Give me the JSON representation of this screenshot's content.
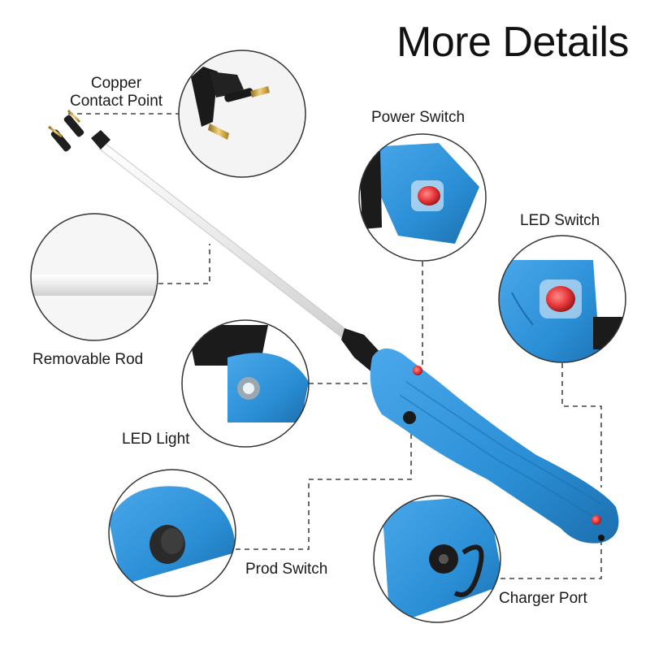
{
  "title": "More Details",
  "labels": {
    "copper": [
      "Copper",
      "Contact Point"
    ],
    "power": "Power Switch",
    "led_switch": "LED Switch",
    "rod": "Removable Rod",
    "led_light": "LED Light",
    "prod": "Prod Switch",
    "charger": "Charger Port"
  },
  "colors": {
    "body": "#2b8fd6",
    "body_dark": "#1c6fae",
    "rod": "#f2f2f2",
    "fork": "#1e1e1e",
    "brass": "#c9a13a",
    "switch_red": "#e8383a",
    "circle_border": "#333333",
    "dash": "#444444"
  },
  "icons": [
    "prod-illustration",
    "detail-magnifier-circle",
    "callout-dashed-line"
  ]
}
